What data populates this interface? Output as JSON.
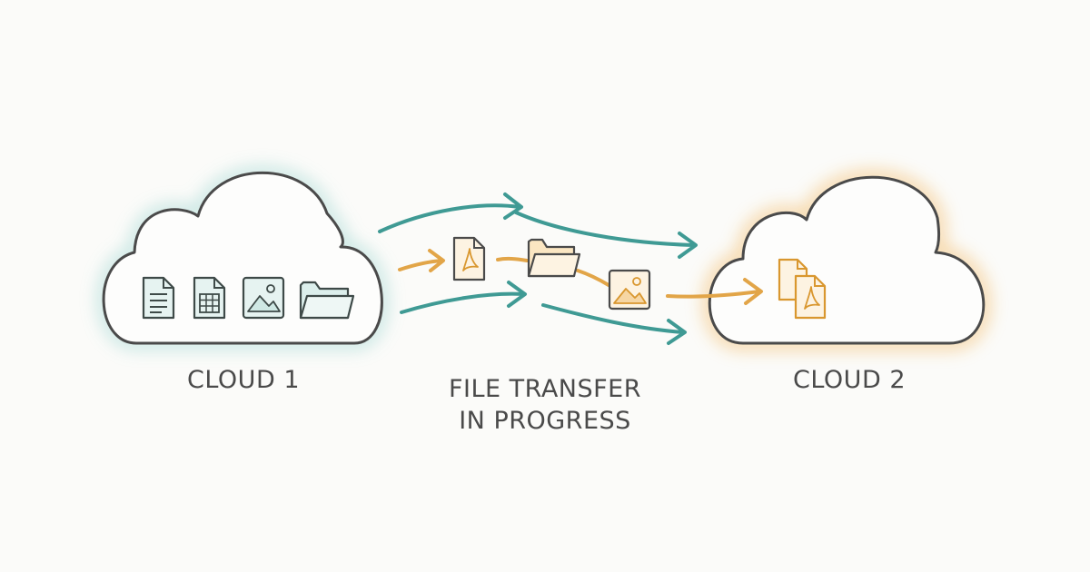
{
  "source_cloud": {
    "label": "CLOUD 1",
    "files": [
      "document-icon",
      "spreadsheet-icon",
      "image-icon",
      "folder-icon"
    ]
  },
  "destination_cloud": {
    "label": "CLOUD 2",
    "files": [
      "pdf-stack-icon"
    ]
  },
  "transfer": {
    "line1": "FILE TRANSFER",
    "line2": "IN PROGRESS",
    "items_in_transit": [
      "pdf-icon",
      "folder-icon",
      "image-icon"
    ]
  },
  "colors": {
    "teal": "#3f9a94",
    "orange": "#e2a548",
    "outline": "#4a4a4a",
    "teal_glow": "#bfe3df",
    "orange_glow": "#f6d6a4"
  }
}
